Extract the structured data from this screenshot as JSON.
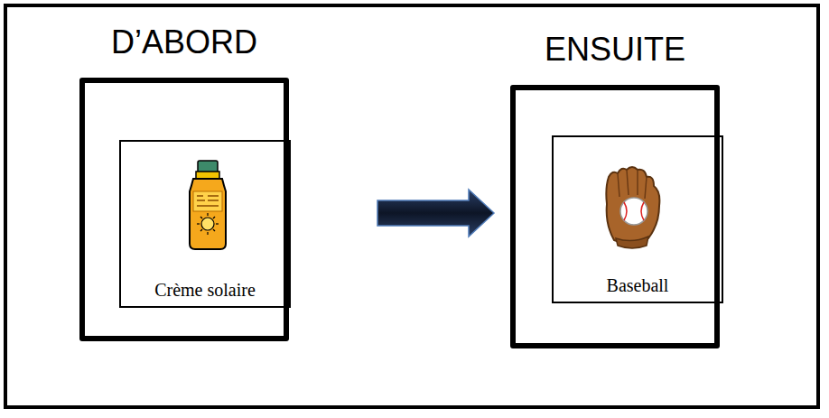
{
  "diagram": {
    "nodes": [
      {
        "text": [
          "D’ABORD"
        ]
      },
      {
        "text": [
          "Crème solaire"
        ],
        "in": 0
      },
      {
        "text": [
          "ENSUITE"
        ]
      },
      {
        "text": [
          "Baseball"
        ],
        "in": 2
      }
    ],
    "edges": [
      {
        "from": 0,
        "to": 2,
        "arrow": "to"
      }
    ]
  }
}
